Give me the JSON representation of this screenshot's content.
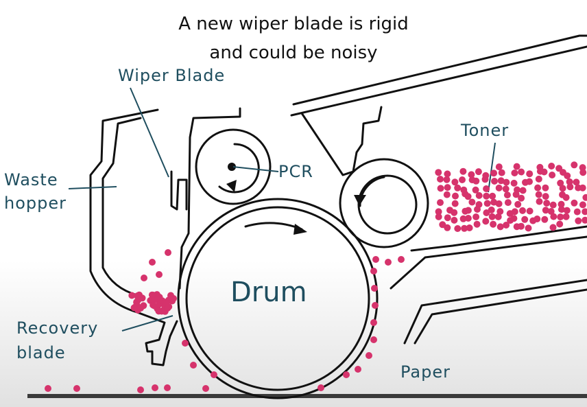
{
  "caption": {
    "line1": "A new wiper blade is rigid",
    "line2": "and could be noisy"
  },
  "labels": {
    "wiper_blade": "Wiper Blade",
    "waste_hopper_1": "Waste",
    "waste_hopper_2": "hopper",
    "pcr": "PCR",
    "toner": "Toner",
    "drum": "Drum",
    "recovery_blade_1": "Recovery",
    "recovery_blade_2": "blade",
    "paper": "Paper"
  },
  "colors": {
    "toner_particles": "#d6336c",
    "label_text": "#1f4e5f",
    "line_art": "#111111"
  }
}
